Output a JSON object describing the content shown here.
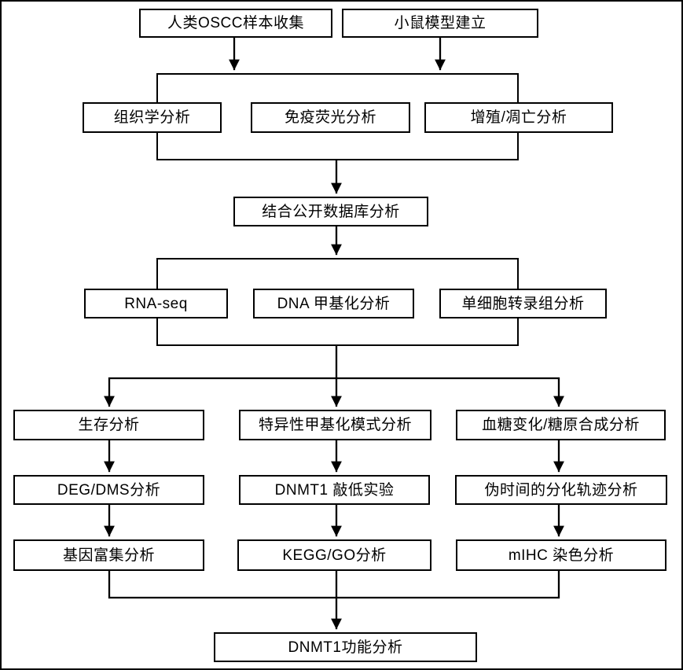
{
  "nodes": {
    "human_oscc": {
      "label": "人类OSCC样本收集"
    },
    "mouse_model": {
      "label": "小鼠模型建立"
    },
    "histology": {
      "label": "组织学分析"
    },
    "immunofluorescence": {
      "label": "免疫荧光分析"
    },
    "proliferation_apoptosis": {
      "label": "增殖/凋亡分析"
    },
    "public_database": {
      "label": "结合公开数据库分析"
    },
    "rna_seq": {
      "label": "RNA-seq"
    },
    "dna_methylation": {
      "label": "DNA 甲基化分析"
    },
    "single_cell_transcriptome": {
      "label": "单细胞转录组分析"
    },
    "survival": {
      "label": "生存分析"
    },
    "specific_methylation": {
      "label": "特异性甲基化模式分析"
    },
    "blood_glucose_glycogen": {
      "label": "血糖变化/糖原合成分析"
    },
    "deg_dms": {
      "label": "DEG/DMS分析"
    },
    "dnmt1_knockdown": {
      "label": "DNMT1 敲低实验"
    },
    "pseudotime_trajectory": {
      "label": "伪时间的分化轨迹分析"
    },
    "gene_enrichment": {
      "label": "基因富集分析"
    },
    "kegg_go": {
      "label": "KEGG/GO分析"
    },
    "mihc_staining": {
      "label": "mIHC 染色分析"
    },
    "dnmt1_function": {
      "label": "DNMT1功能分析"
    }
  },
  "edges": [
    {
      "from": "human_oscc",
      "to": "analysis_group_1"
    },
    {
      "from": "mouse_model",
      "to": "analysis_group_1"
    },
    {
      "from": "analysis_group_1",
      "to": "public_database"
    },
    {
      "from": "public_database",
      "to": "analysis_group_2"
    },
    {
      "from": "analysis_group_2",
      "to": "survival"
    },
    {
      "from": "analysis_group_2",
      "to": "specific_methylation"
    },
    {
      "from": "analysis_group_2",
      "to": "blood_glucose_glycogen"
    },
    {
      "from": "survival",
      "to": "deg_dms"
    },
    {
      "from": "deg_dms",
      "to": "gene_enrichment"
    },
    {
      "from": "specific_methylation",
      "to": "dnmt1_knockdown"
    },
    {
      "from": "dnmt1_knockdown",
      "to": "kegg_go"
    },
    {
      "from": "blood_glucose_glycogen",
      "to": "pseudotime_trajectory"
    },
    {
      "from": "pseudotime_trajectory",
      "to": "mihc_staining"
    },
    {
      "from": "gene_enrichment",
      "to": "dnmt1_function"
    },
    {
      "from": "kegg_go",
      "to": "dnmt1_function"
    },
    {
      "from": "mihc_staining",
      "to": "dnmt1_function"
    }
  ],
  "groups": {
    "analysis_group_1": {
      "members": [
        "histology",
        "immunofluorescence",
        "proliferation_apoptosis"
      ]
    },
    "analysis_group_2": {
      "members": [
        "rna_seq",
        "dna_methylation",
        "single_cell_transcriptome"
      ]
    }
  },
  "colors": {
    "line": "#000000",
    "border": "#000000",
    "fill": "#ffffff",
    "text": "#000000",
    "background": "#ffffff"
  }
}
